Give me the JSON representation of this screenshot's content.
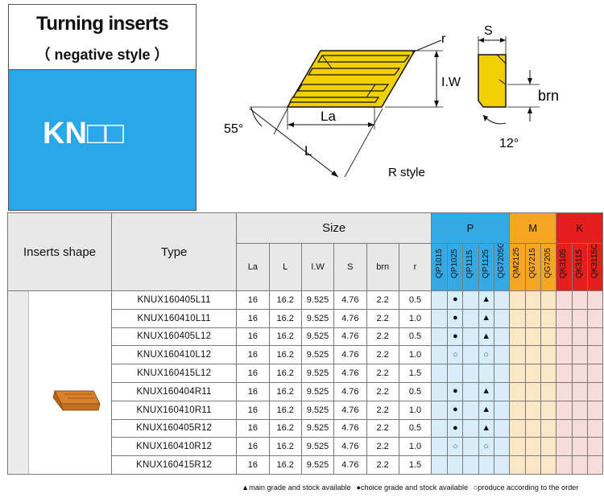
{
  "header": {
    "title_line1": "Turning inserts",
    "title_line2": "（ negative style ）",
    "code": "KN□□",
    "code_bg_color": "#29a7e8"
  },
  "diagram": {
    "labels": {
      "r": "r",
      "iw": "I.W",
      "la": "La",
      "l": "L",
      "angle55": "55°",
      "s": "S",
      "brn": "brn",
      "angle12": "12°",
      "style": "R style"
    },
    "insert_color": "#f0d000"
  },
  "table": {
    "col_shape": "Inserts shape",
    "col_type": "Type",
    "col_size": "Size",
    "size_cols": [
      "La",
      "L",
      "I.W",
      "S",
      "brn",
      "r"
    ],
    "groups": [
      {
        "name": "P",
        "color": "#35a9e3",
        "grades": [
          "QP1015",
          "QP1025",
          "QP1115",
          "QP1125",
          "QG7205G"
        ]
      },
      {
        "name": "M",
        "color": "#f5a623",
        "grades": [
          "QM2125",
          "QG7215",
          "QG7205"
        ]
      },
      {
        "name": "K",
        "color": "#e41e1c",
        "grades": [
          "QK3105",
          "QK3115",
          "QK3115C"
        ]
      }
    ],
    "rows": [
      {
        "type": "KNUX160405L11",
        "la": "16",
        "l": "16.2",
        "iw": "9.525",
        "s": "4.76",
        "brn": "2.2",
        "r": "0.5",
        "marks": [
          "",
          "●",
          "",
          "▲",
          "",
          "",
          "",
          "",
          "",
          "",
          ""
        ]
      },
      {
        "type": "KNUX160410L11",
        "la": "16",
        "l": "16.2",
        "iw": "9.525",
        "s": "4.76",
        "brn": "2.2",
        "r": "1.0",
        "marks": [
          "",
          "●",
          "",
          "▲",
          "",
          "",
          "",
          "",
          "",
          "",
          ""
        ]
      },
      {
        "type": "KNUX160405L12",
        "la": "16",
        "l": "16.2",
        "iw": "9.525",
        "s": "4.76",
        "brn": "2.2",
        "r": "0.5",
        "marks": [
          "",
          "●",
          "",
          "▲",
          "",
          "",
          "",
          "",
          "",
          "",
          ""
        ]
      },
      {
        "type": "KNUX160410L12",
        "la": "16",
        "l": "16.2",
        "iw": "9.525",
        "s": "4.76",
        "brn": "2.2",
        "r": "1.0",
        "marks": [
          "",
          "○",
          "",
          "○",
          "",
          "",
          "",
          "",
          "",
          "",
          ""
        ]
      },
      {
        "type": "KNUX160415L12",
        "la": "16",
        "l": "16.2",
        "iw": "9.525",
        "s": "4.76",
        "brn": "2.2",
        "r": "1.5",
        "marks": [
          "",
          "",
          "",
          "",
          "",
          "",
          "",
          "",
          "",
          "",
          ""
        ]
      },
      {
        "type": "KNUX160404R11",
        "la": "16",
        "l": "16.2",
        "iw": "9.525",
        "s": "4.76",
        "brn": "2.2",
        "r": "0.5",
        "marks": [
          "",
          "●",
          "",
          "▲",
          "",
          "",
          "",
          "",
          "",
          "",
          ""
        ]
      },
      {
        "type": "KNUX160410R11",
        "la": "16",
        "l": "16.2",
        "iw": "9.525",
        "s": "4.76",
        "brn": "2.2",
        "r": "1.0",
        "marks": [
          "",
          "●",
          "",
          "▲",
          "",
          "",
          "",
          "",
          "",
          "",
          ""
        ]
      },
      {
        "type": "KNUX160405R12",
        "la": "16",
        "l": "16.2",
        "iw": "9.525",
        "s": "4.76",
        "brn": "2.2",
        "r": "0.5",
        "marks": [
          "",
          "●",
          "",
          "▲",
          "",
          "",
          "",
          "",
          "",
          "",
          ""
        ]
      },
      {
        "type": "KNUX160410R12",
        "la": "16",
        "l": "16.2",
        "iw": "9.525",
        "s": "4.76",
        "brn": "2.2",
        "r": "1.0",
        "marks": [
          "",
          "○",
          "",
          "○",
          "",
          "",
          "",
          "",
          "",
          "",
          ""
        ]
      },
      {
        "type": "KNUX160415R12",
        "la": "16",
        "l": "16.2",
        "iw": "9.525",
        "s": "4.76",
        "brn": "2.2",
        "r": "1.5",
        "marks": [
          "",
          "",
          "",
          "",
          "",
          "",
          "",
          "",
          "",
          "",
          ""
        ]
      }
    ]
  },
  "legend": {
    "main": "▲main grade and stock available",
    "choice": "●choice grade and stock available",
    "produce": "○produce according to the order"
  }
}
